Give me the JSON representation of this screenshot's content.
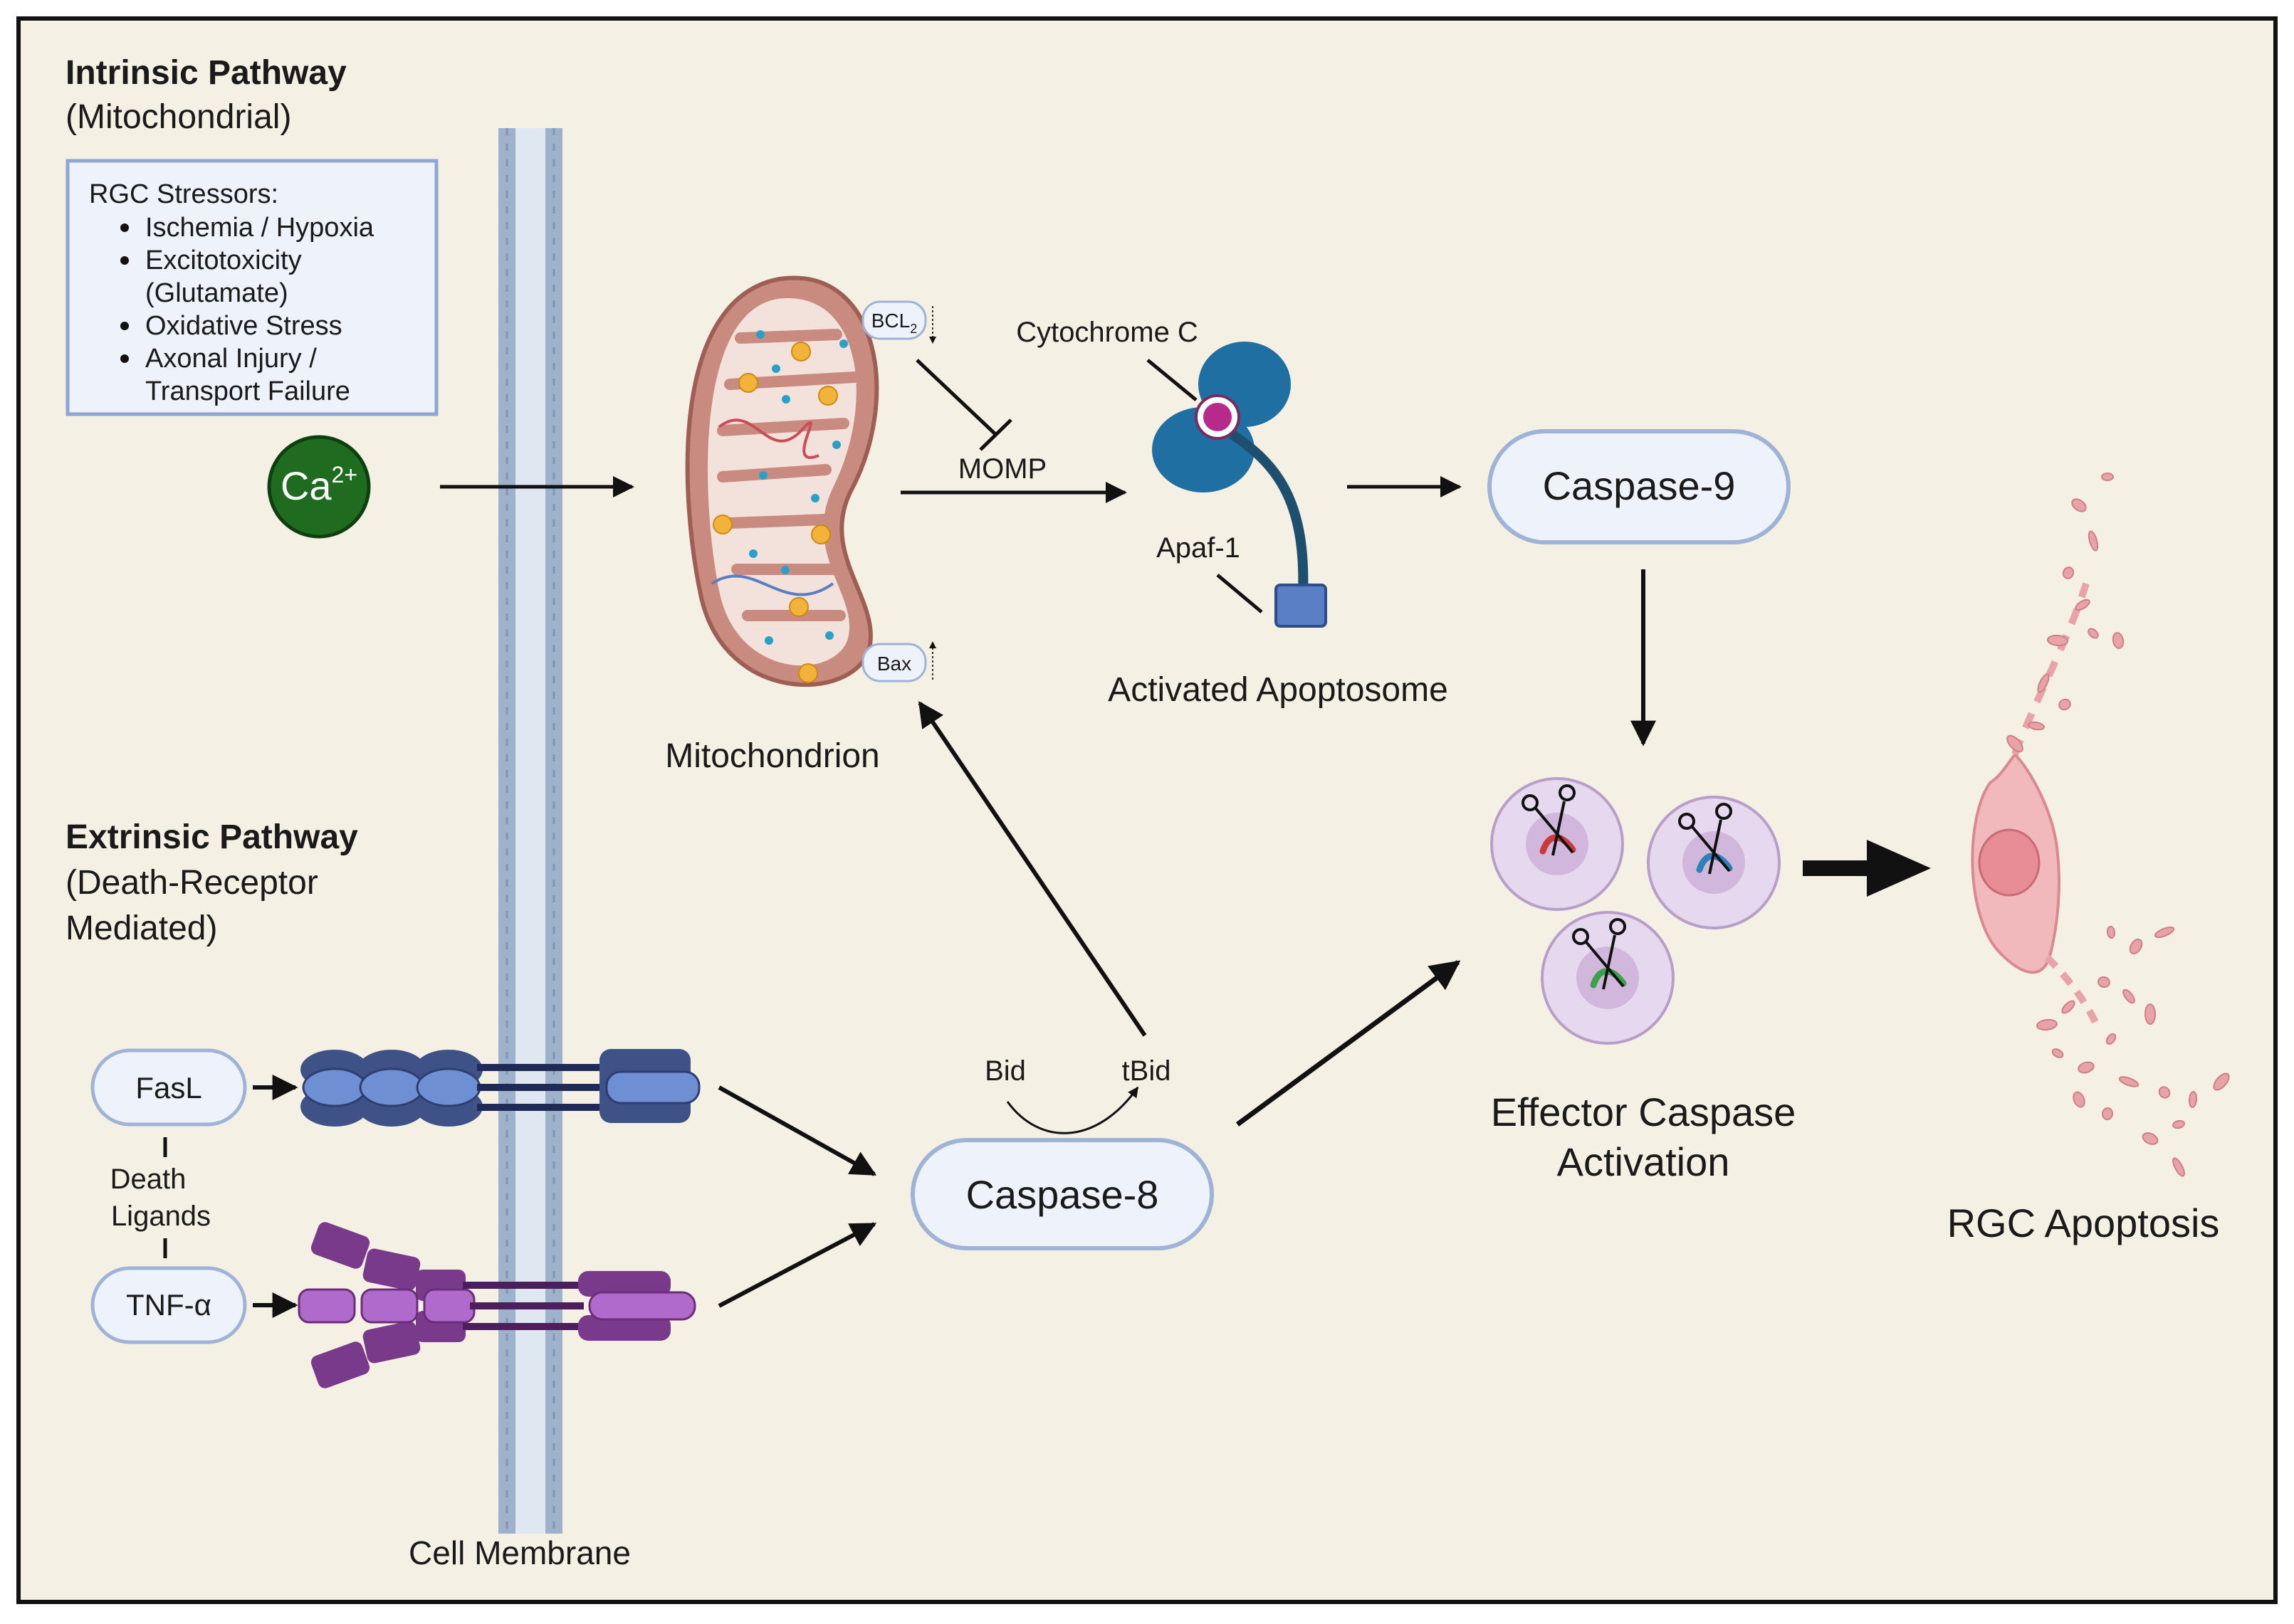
{
  "intrinsic": {
    "title": "Intrinsic Pathway",
    "subtitle": "(Mitochondrial)",
    "stressors": {
      "heading": "RGC Stressors:",
      "items": [
        {
          "lines": [
            "Ischemia / Hypoxia"
          ]
        },
        {
          "lines": [
            "Excitotoxicity",
            "(Glutamate)"
          ]
        },
        {
          "lines": [
            "Oxidative Stress"
          ]
        },
        {
          "lines": [
            "Axonal Injury /",
            "Transport Failure"
          ]
        }
      ]
    },
    "calcium": {
      "base": "Ca",
      "sup": "2+"
    }
  },
  "extrinsic": {
    "title": "Extrinsic Pathway",
    "subtitle_line1": "(Death-Receptor",
    "subtitle_line2": "Mediated)",
    "fasl": "FasL",
    "tnf": "TNF-α",
    "death_ligands_line1": "Death",
    "death_ligands_line2": "Ligands"
  },
  "membrane": {
    "label": "Cell Membrane"
  },
  "mitochondrion": {
    "label": "Mitochondrion",
    "bcl2": {
      "base": "BCL",
      "sub": "2"
    },
    "bax": "Bax"
  },
  "momp": "MOMP",
  "apoptosome": {
    "cytochrome": "Cytochrome C",
    "apaf": "Apaf-1",
    "label": "Activated Apoptosome"
  },
  "caspase9": "Caspase-9",
  "caspase8": "Caspase-8",
  "bid": "Bid",
  "tbid": "tBid",
  "effector": {
    "line1": "Effector Caspase",
    "line2": "Activation"
  },
  "outcome": "RGC Apoptosis",
  "colors": {
    "background": "#f5f0e4",
    "frame": "#111111",
    "pill_fill": "#eef3fb",
    "pill_stroke": "#9fb3d6",
    "calcium": "#1f6b1f",
    "mito_outer": "#c98b7f",
    "mito_inner": "#f3e1dc",
    "apoptosome": "#1f6fa3",
    "cytochrome": "#b52a8a",
    "apaf_square": "#5b7fc4",
    "fas_dark": "#3f5288",
    "fas_light": "#6f8fd4",
    "tnf_dark": "#7a3a8c",
    "tnf_light": "#b06acb",
    "cell_fill": "#e6d8ee",
    "neuron": "#e8a3a8"
  }
}
